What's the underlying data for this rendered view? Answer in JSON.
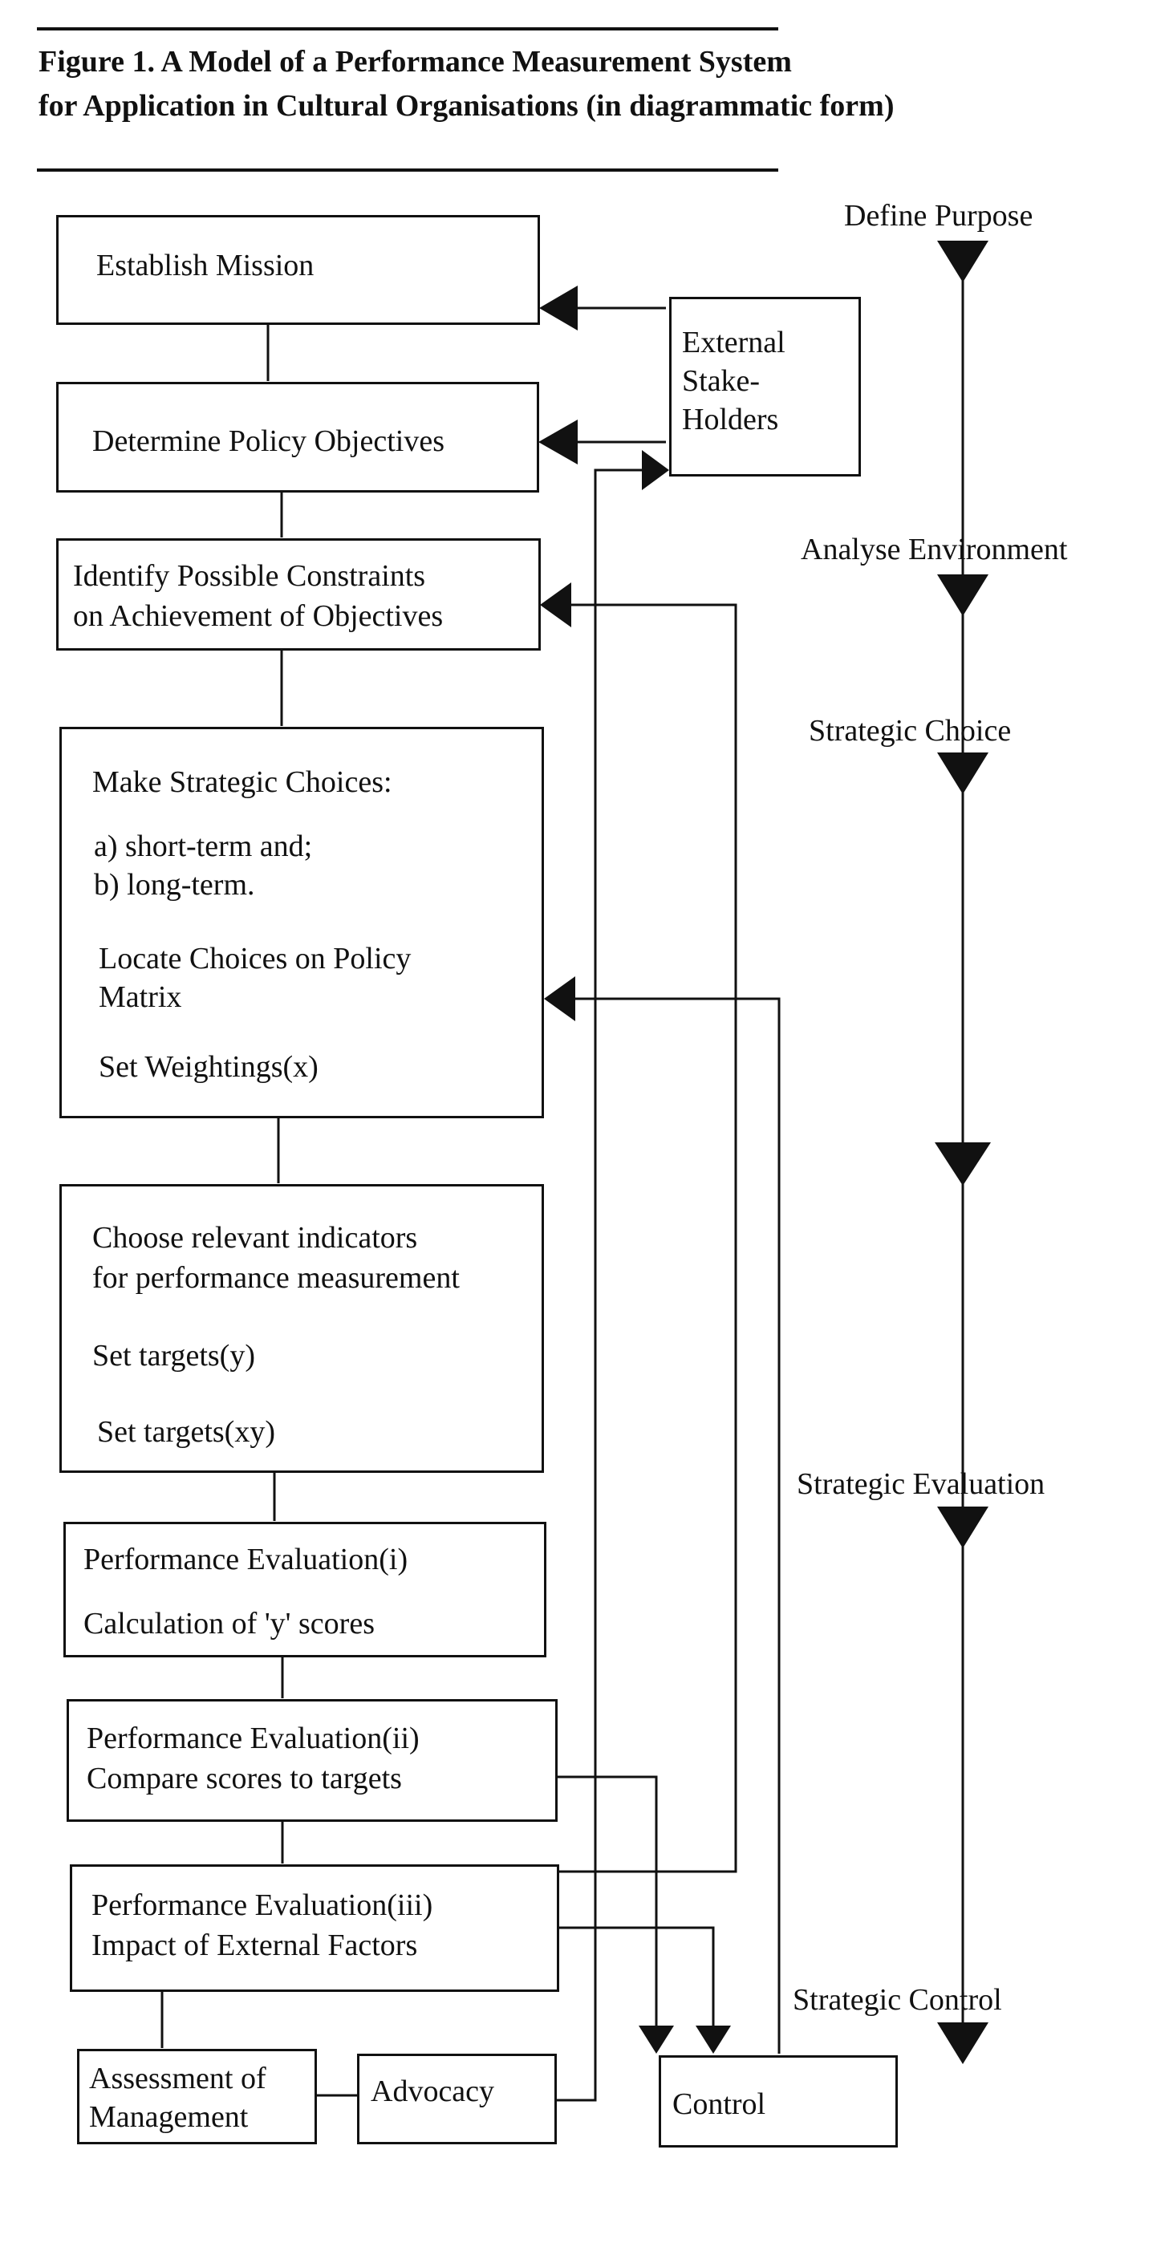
{
  "figure": {
    "title_line1": "Figure 1. A Model of a Performance Measurement System",
    "title_line2": "for Application in Cultural Organisations (in diagrammatic form)"
  },
  "boxes": {
    "mission": {
      "line1": "Establish Mission"
    },
    "policy": {
      "line1": "Determine Policy Objectives"
    },
    "constraints": {
      "line1": "Identify Possible Constraints",
      "line2": "on Achievement of Objectives"
    },
    "strategic": {
      "line1": "Make Strategic Choices:",
      "line2": "a) short-term and;",
      "line3": "b) long-term.",
      "line4": "Locate Choices on Policy",
      "line5": "Matrix",
      "line6": "Set Weightings(x)"
    },
    "indicators": {
      "line1": "Choose relevant indicators",
      "line2": "for performance measurement",
      "line3": "Set targets(y)",
      "line4": "Set targets(xy)"
    },
    "perf1": {
      "line1": "Performance Evaluation(i)",
      "line2": "Calculation of 'y' scores"
    },
    "perf2": {
      "line1": "Performance Evaluation(ii)",
      "line2": "Compare scores to targets"
    },
    "perf3": {
      "line1": "Performance Evaluation(iii)",
      "line2": "Impact of External Factors"
    },
    "management": {
      "line1": "Assessment of",
      "line2": "Management"
    },
    "advocacy": {
      "line1": "Advocacy"
    },
    "control": {
      "line1": "Control"
    },
    "stakeholders": {
      "line1": "External",
      "line2": "Stake-",
      "line3": "Holders"
    }
  },
  "stages": {
    "s1": "Define Purpose",
    "s2": "Analyse Environment",
    "s3": "Strategic Choice",
    "s4": "Strategic Evaluation",
    "s5": "Strategic Control"
  }
}
